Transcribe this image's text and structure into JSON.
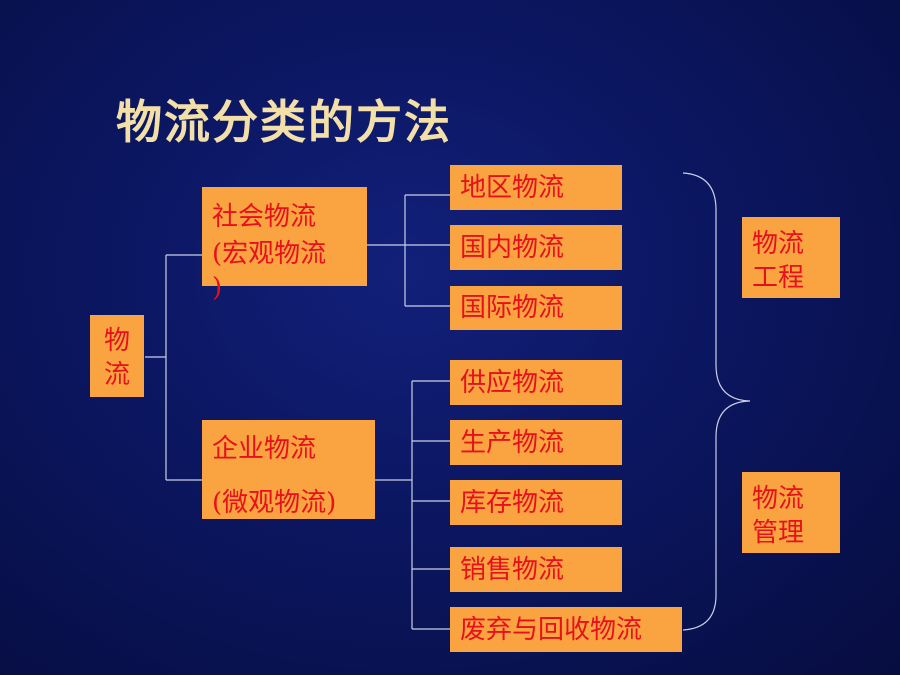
{
  "title": "物流分类的方法",
  "root": {
    "chars": [
      "物",
      "流"
    ]
  },
  "categories": [
    {
      "line1": "社会物流",
      "line2": "(宏观物流",
      "line3": ")"
    },
    {
      "line1": "企业物流",
      "line2": "(微观物流)"
    }
  ],
  "social_items": [
    "地区物流",
    "国内物流",
    "国际物流"
  ],
  "enterprise_items": [
    "供应物流",
    "生产物流",
    "库存物流",
    "销售物流",
    "废弃与回收物流"
  ],
  "right_labels": [
    {
      "line1": "物流",
      "line2": "工程"
    },
    {
      "line1": "物流",
      "line2": "管理"
    }
  ],
  "colors": {
    "box": "#f9a441",
    "box_text": "#e8101c",
    "title": "#f3dfa8",
    "lines": "#c9cfe6"
  }
}
